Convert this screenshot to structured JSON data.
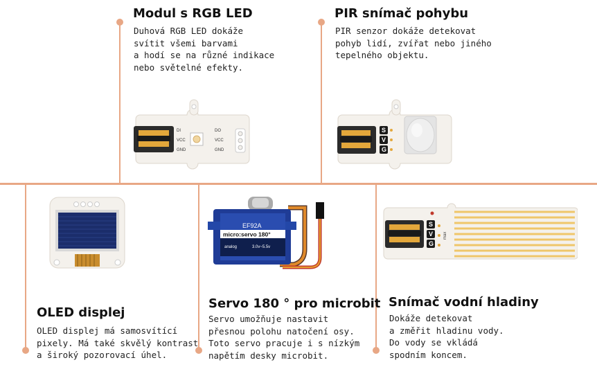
{
  "colors": {
    "accent": "#e8a785",
    "title": "#111111",
    "text": "#222222"
  },
  "cards": [
    {
      "id": "rgb-led",
      "title": "Modul s RGB LED",
      "description": "Duhová RGB LED dokáže\nsvítit všemi barvami\na hodí se na různé indikace\nnebo světelné efekty.",
      "labels": [
        "DI",
        "VCC",
        "GND",
        "DO",
        "VCC",
        "GND"
      ]
    },
    {
      "id": "pir",
      "title": "PIR snímač pohybu",
      "description": "PIR senzor dokáže detekovat\npohyb lidí, zvířat nebo jiného\ntepelného objektu.",
      "labels": [
        "S",
        "V",
        "G"
      ]
    },
    {
      "id": "oled",
      "title": "OLED displej",
      "description": "OLED displej má samosvítící\npixely. Má také skvělý kontrast\na široký pozorovací úhel."
    },
    {
      "id": "servo",
      "title": "Servo 180 ° pro microbit",
      "description": "Servo umožňuje nastavit\npřesnou polohu natočení osy.\nToto servo pracuje i s nízkým\nnapětím desky microbit.",
      "labels": [
        "EF92A",
        "micro:servo 180°",
        "analog",
        "3.0v~5.5v"
      ]
    },
    {
      "id": "water",
      "title": "Snímač vodní hladiny",
      "description": "Dokáže detekovat\na změřit hladinu vody.\nDo vody se vkládá\nspodním koncem.",
      "labels": [
        "S",
        "V",
        "G",
        "max"
      ]
    }
  ]
}
